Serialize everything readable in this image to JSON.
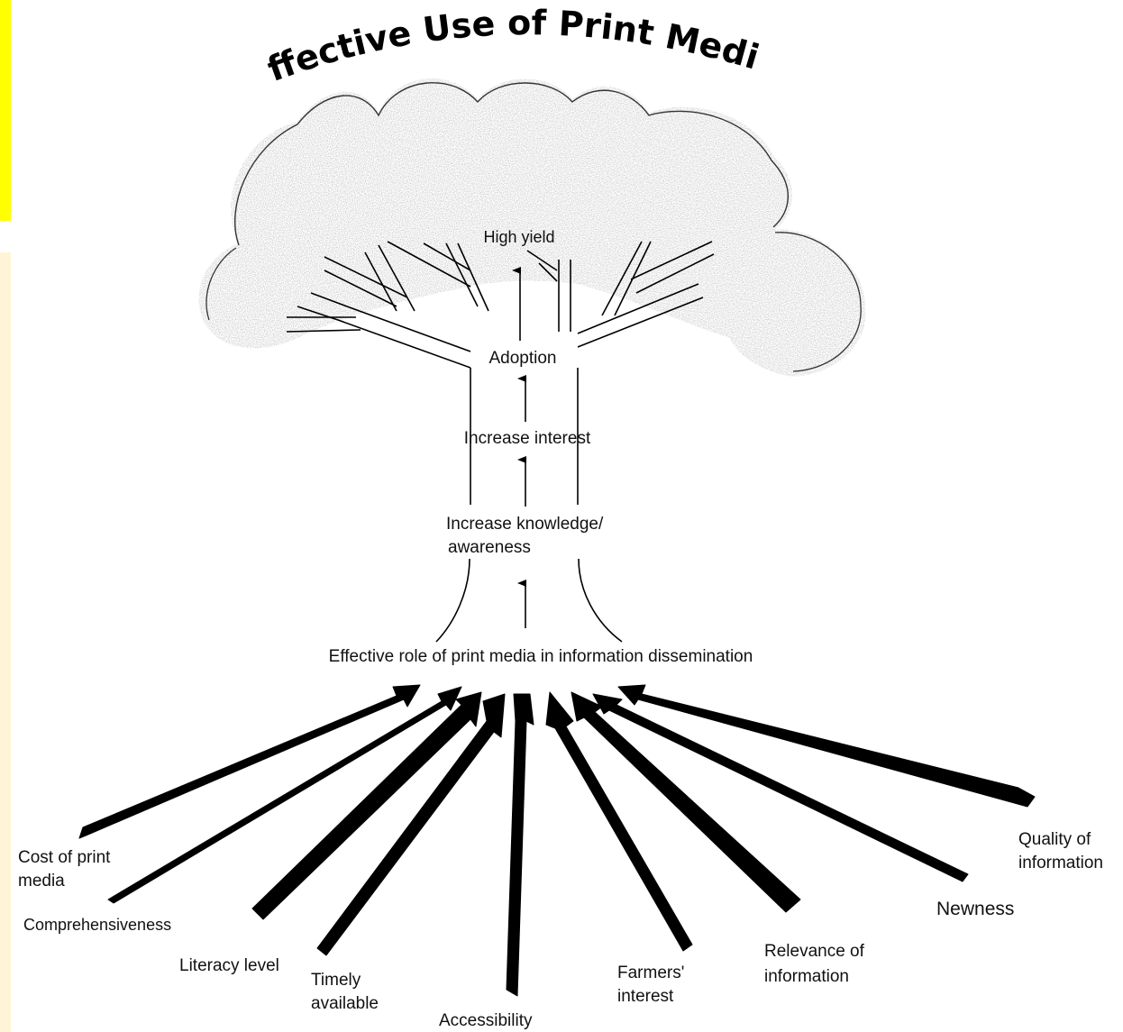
{
  "title": "Effective Use of Print Media",
  "accent_colors": {
    "side_bar_yellow": "#ffff00",
    "side_bar_cream": "#fff4d6",
    "canopy": "#a8a8a8"
  },
  "stages": {
    "high_yield": "High yield",
    "adoption": "Adoption",
    "increase_interest": "Increase interest",
    "increase_knowledge_line1": "Increase knowledge/",
    "increase_knowledge_line2": "awareness",
    "effective_role": "Effective role of print media in information dissemination"
  },
  "factors": {
    "cost_line1": "Cost of print",
    "cost_line2": "media",
    "comprehensiveness": "Comprehensiveness",
    "literacy": "Literacy level",
    "timely_line1": "Timely",
    "timely_line2": "available",
    "accessibility": "Accessibility",
    "farmers_line1": "Farmers'",
    "farmers_line2": "interest",
    "relevance_line1": "Relevance of",
    "relevance_line2": "information",
    "newness": "Newness",
    "quality_line1": "Quality of",
    "quality_line2": "information"
  }
}
